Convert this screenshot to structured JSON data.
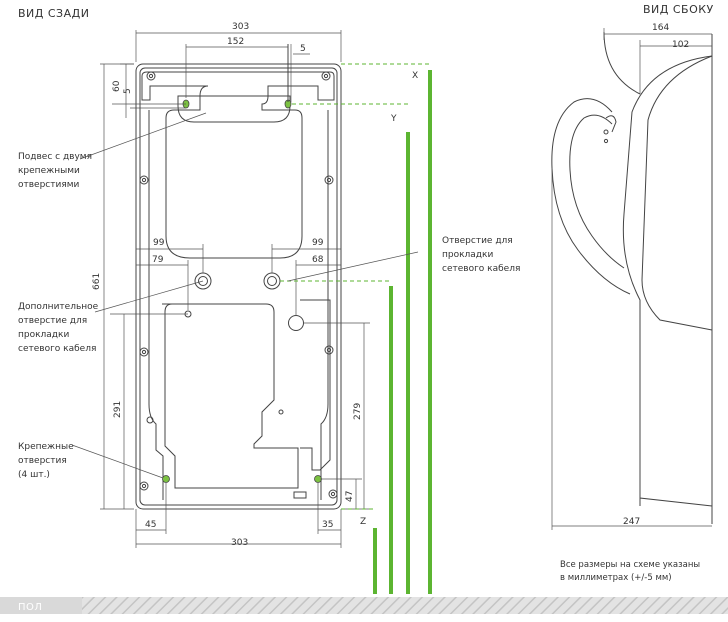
{
  "titles": {
    "rear": "ВИД СЗАДИ",
    "side": "ВИД СБОКУ"
  },
  "dims": {
    "top_width": "303",
    "bottom_width": "303",
    "hole_spacing": "152",
    "pin": "5",
    "d60": "60",
    "d5": "5",
    "height": "661",
    "left99": "99",
    "right99": "99",
    "left79": "79",
    "right68": "68",
    "d291": "291",
    "d279": "279",
    "d47": "47",
    "d45": "45",
    "d35": "35",
    "side_top": "164",
    "side_inner": "102",
    "side_bottom": "247"
  },
  "markers": {
    "x": "X",
    "y": "Y",
    "z": "Z"
  },
  "callouts": {
    "hang": [
      "Подвес с двумя",
      "крепежными",
      "отверстиями"
    ],
    "cable_right": [
      "Отверстие для",
      "прокладки",
      "сетевого кабеля"
    ],
    "cable_left": [
      "Дополнительное",
      "отверстие для",
      "прокладки",
      "сетевого кабеля"
    ],
    "mount": [
      "Крепежные",
      "отверстия",
      "(4 шт.)"
    ]
  },
  "note": [
    "Все размеры на схеме указаны",
    "в миллиметрах (+/-5 мм)"
  ],
  "floor": "ПОЛ",
  "colors": {
    "line": "#444444",
    "green": "#5cb531",
    "hole_green": "#7cc242",
    "floor_bg": "#d9d9d9"
  }
}
